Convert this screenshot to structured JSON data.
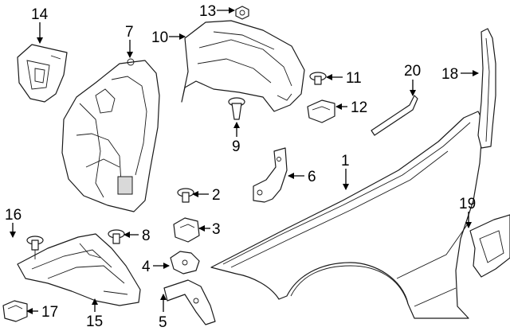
{
  "diagram": {
    "callouts": [
      "1",
      "2",
      "3",
      "4",
      "5",
      "6",
      "7",
      "8",
      "9",
      "10",
      "11",
      "12",
      "13",
      "14",
      "15",
      "16",
      "17",
      "18",
      "19",
      "20"
    ],
    "parts": [
      {
        "callout": "1",
        "shape": "fender"
      },
      {
        "callout": "2",
        "shape": "bolt"
      },
      {
        "callout": "3",
        "shape": "nut-clip"
      },
      {
        "callout": "4",
        "shape": "bracket"
      },
      {
        "callout": "5",
        "shape": "support-bracket"
      },
      {
        "callout": "6",
        "shape": "mounting-bracket"
      },
      {
        "callout": "7",
        "shape": "fender-liner"
      },
      {
        "callout": "8",
        "shape": "bolt"
      },
      {
        "callout": "9",
        "shape": "push-clip"
      },
      {
        "callout": "10",
        "shape": "rear-liner"
      },
      {
        "callout": "11",
        "shape": "bolt"
      },
      {
        "callout": "12",
        "shape": "clip"
      },
      {
        "callout": "13",
        "shape": "nut"
      },
      {
        "callout": "14",
        "shape": "liner-panel"
      },
      {
        "callout": "15",
        "shape": "splash-shield"
      },
      {
        "callout": "16",
        "shape": "bolt"
      },
      {
        "callout": "17",
        "shape": "clip"
      },
      {
        "callout": "18",
        "shape": "seal"
      },
      {
        "callout": "19",
        "shape": "side-panel"
      },
      {
        "callout": "20",
        "shape": "support-rod"
      }
    ]
  }
}
